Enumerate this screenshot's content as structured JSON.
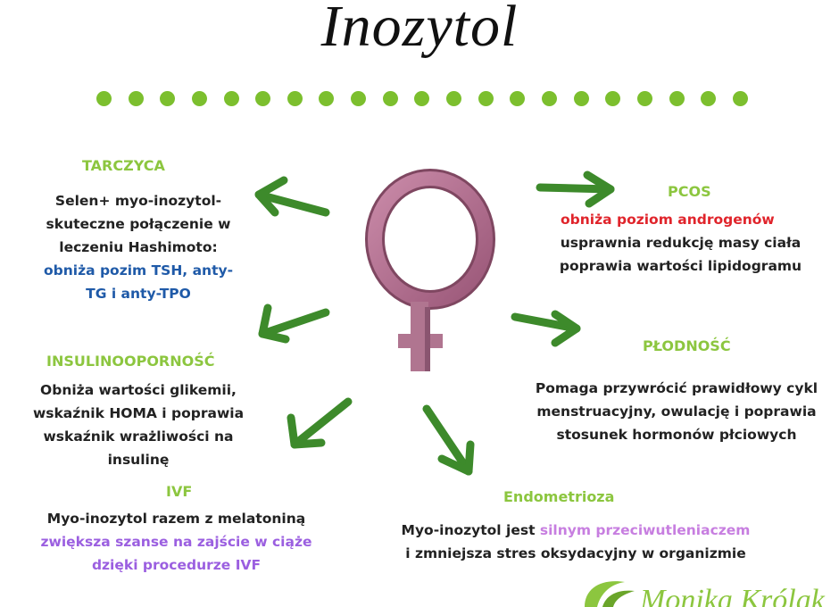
{
  "title": "Inozytol",
  "colors": {
    "accent_green": "#8cc63f",
    "arrow_green": "#3d8a2b",
    "symbol": "#b06c8e"
  },
  "sections": {
    "tarczyca": {
      "heading": "TARCZYCA",
      "lines": [
        "Selen+ myo-inozytol-",
        "skuteczne połączenie w",
        "leczeniu Hashimoto:"
      ],
      "highlight_lines": [
        "obniża pozim TSH, anty-",
        "TG i anty-TPO"
      ]
    },
    "insulinooporność": {
      "heading": "INSULINOOPORNOŚĆ",
      "lines": [
        "Obniża wartości glikemii,",
        "wskaźnik HOMA i poprawia",
        "wskaźnik wrażliwości na",
        "insulinę"
      ]
    },
    "ivf": {
      "heading": "IVF",
      "line1": "Myo-inozytol razem z melatoniną",
      "highlight_lines": [
        "zwiększa szanse na zajście w ciąże",
        "dzięki procedurze IVF"
      ]
    },
    "pcos": {
      "heading": "PCOS",
      "highlight": "obniża poziom androgenów",
      "lines": [
        "usprawnia redukcję masy ciała",
        "poprawia wartości lipidogramu"
      ]
    },
    "plodnosc": {
      "heading": "PŁODNOŚĆ",
      "lines": [
        "Pomaga przywrócić prawidłowy cykl",
        "menstruacyjny, owulację i poprawia",
        "stosunek hormonów płciowych"
      ]
    },
    "endometrioza": {
      "heading": "Endometrioza",
      "line1_prefix": "Myo-inozytol jest ",
      "line1_highlight": "silnym przeciwutleniaczem",
      "line2": "i zmniejsza stres oksydacyjny w organizmie"
    }
  },
  "logo_text": "Monika Królak"
}
